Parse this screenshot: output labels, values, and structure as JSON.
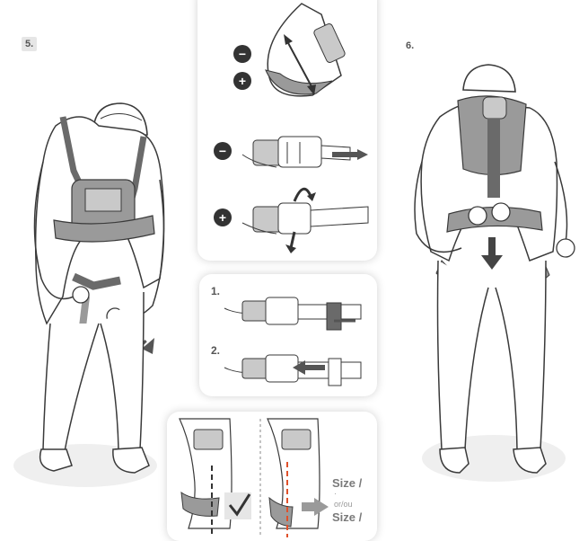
{
  "steps": {
    "step5": "5.",
    "step6": "6."
  },
  "adjust": {
    "minus_symbol": "−",
    "plus_symbol": "+"
  },
  "sequence": {
    "one": "1.",
    "two": "2."
  },
  "size": {
    "line1": "Size /",
    "dot": "·",
    "or": "or/ou",
    "line2": "Size /"
  },
  "icons": {
    "check": "check-icon",
    "arrow": "arrow-right-icon"
  },
  "colors": {
    "line": "#3a3a3a",
    "panel_shadow": "#d0d0d0",
    "harness_fill": "#9a9a9a",
    "harness_dark": "#6a6a6a",
    "dash_ok": "#333333",
    "dash_wrong": "#e0502a",
    "check_box": "#e6e6e6"
  }
}
